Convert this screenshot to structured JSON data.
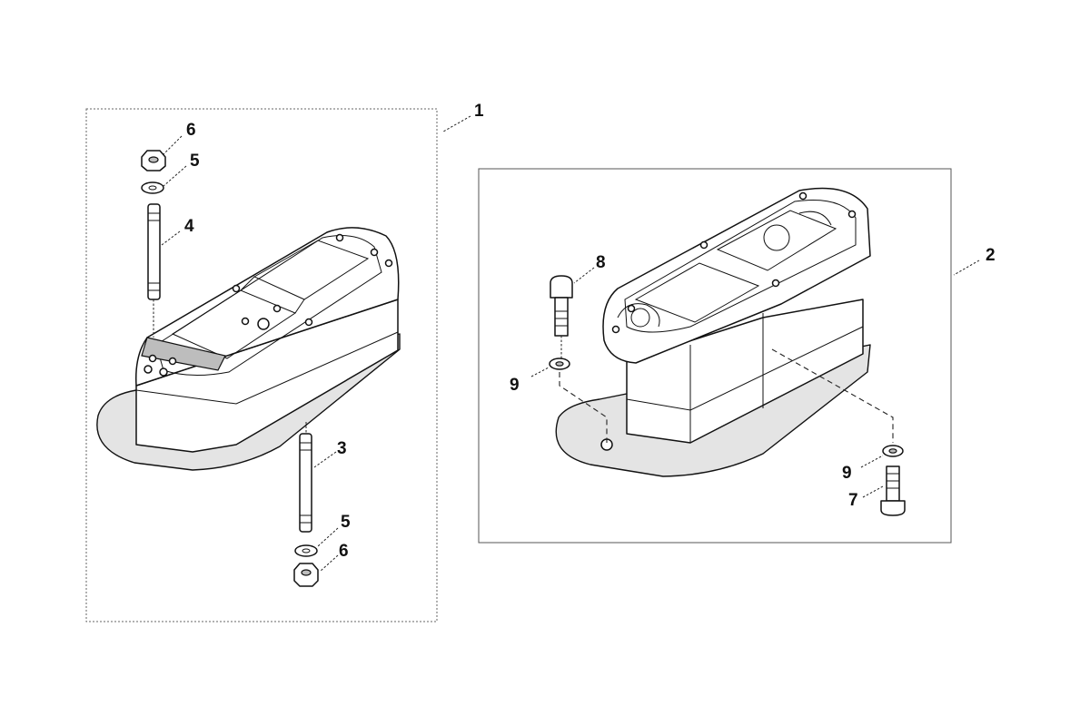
{
  "diagram": {
    "labels": {
      "kit_1": "1",
      "kit_2": "2",
      "stud_long": "3",
      "stud_short": "4",
      "washer_top": "5",
      "washer_bottom": "5",
      "nut_top": "6",
      "nut_bottom": "6",
      "bolt_bottom": "7",
      "bolt_top": "8",
      "washer_left": "9",
      "washer_right": "9"
    }
  }
}
